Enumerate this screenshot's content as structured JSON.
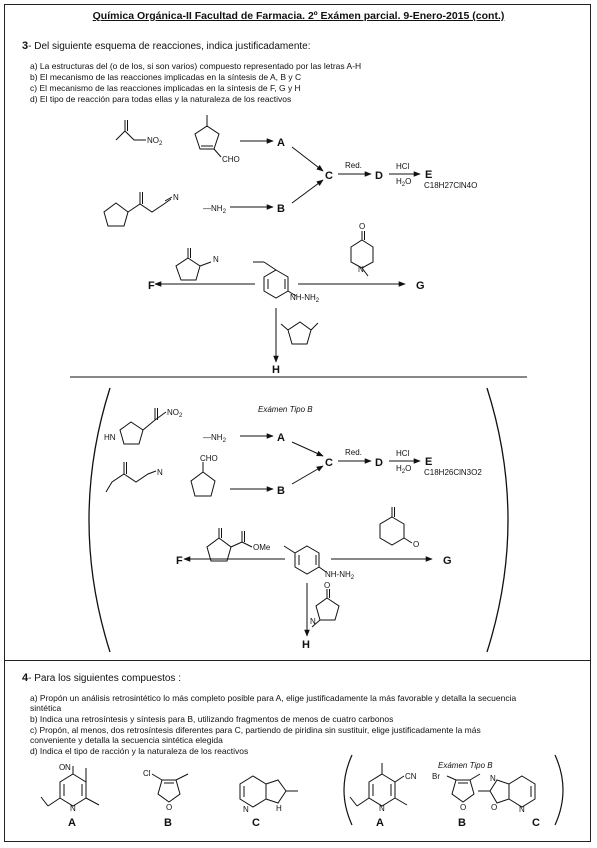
{
  "header": {
    "title": "Química Orgánica-II  Facultad de Farmacia.  2º  Exámen parcial.  9-Enero-2015  (cont.)"
  },
  "q3": {
    "num": "3",
    "intro": "- Del siguiente esquema de reacciones, indica justificadamente:",
    "items": [
      "a) La estructuras del (o de los, si son varios) compuesto representado por las letras A-H",
      "b) El mecanismo de las reacciones implicadas en la síntesis de A, B y C",
      "c) El mecanismo de las reacciones implicadas en la síntesis de F, G y H",
      "d) El tipo de reacción para  todas ellas y la naturaleza de los reactivos"
    ]
  },
  "scheme_a": {
    "letters": {
      "A": "A",
      "B": "B",
      "C": "C",
      "D": "D",
      "E": "E",
      "F": "F",
      "G": "G",
      "H": "H"
    },
    "labels": {
      "no2": "NO",
      "no2_sub": "2",
      "cho": "CHO",
      "nh2": "—NH",
      "nh2_sub": "2",
      "cn": "N",
      "red": "Red.",
      "hcl": "HCl",
      "h2o": "H",
      "h2o_sub": "2",
      "h2o_o": "O",
      "hydrazine": "NH-NH",
      "hydrazine_sub": "2",
      "cn2": "N",
      "n_ring": "N",
      "o": "O"
    },
    "formula_e": "C18H27ClN4O"
  },
  "scheme_b": {
    "title": "Exámen Tipo B",
    "letters": {
      "A": "A",
      "B": "B",
      "C": "C",
      "D": "D",
      "E": "E",
      "F": "F",
      "G": "G",
      "H": "H"
    },
    "labels": {
      "hn": "HN",
      "no2": "NO",
      "no2_sub": "2",
      "nh2": "—NH",
      "nh2_sub": "2",
      "cn": "N",
      "cho": "CHO",
      "red": "Red.",
      "hcl": "HCl",
      "h2o": "H",
      "h2o_sub": "2",
      "h2o_o": "O",
      "ome": "OMe",
      "hydrazine": "NH-NH",
      "hydrazine_sub": "2",
      "n_ring": "N",
      "o": "O"
    },
    "formula_e": "C18H26ClN3O2"
  },
  "q4": {
    "num": "4",
    "intro": "- Para los siguientes compuestos :",
    "items": [
      "a) Propón un análisis retrosintético lo más completo posible para  A, elige justificadamente la más favorable y detalla la secuencia",
      "    sintética",
      "b) Indica una retrosíntesis y síntesis para  B, utilizando fragmentos de menos de cuatro carbonos",
      "c) Propón, al menos, dos retrosíntesis diferentes para  C, partiendo de piridina sin sustituir, elige justificadamente la más",
      "    conveniente  y detalla la secuencia sintética elegida",
      "d) Indica el tipo de racción y la naturaleza de los reactivos"
    ],
    "compounds": {
      "A": "A",
      "B": "B",
      "C": "C",
      "no2": "O",
      "no2_n": "N",
      "cl": "Cl",
      "o": "O",
      "n": "N",
      "nh": "H"
    },
    "tipo_b": {
      "title": "Exámen Tipo B",
      "A": "A",
      "B": "B",
      "C": "C",
      "cn": "CN",
      "br": "Br",
      "o": "O",
      "n": "N"
    }
  }
}
